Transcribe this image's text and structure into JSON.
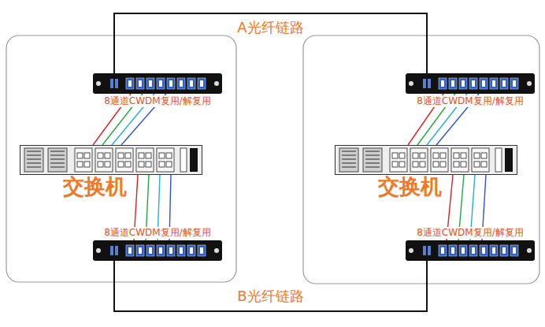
{
  "diagram": {
    "nodes": [
      {
        "text": [
          "8通道CWDM复用/解复用"
        ]
      },
      {
        "text": [
          "交换机"
        ]
      },
      {
        "text": [
          "8通道CWDM复用/解复用"
        ]
      },
      {
        "text": [
          "8通道CWDM复用/解复用"
        ]
      },
      {
        "text": [
          "交换机"
        ]
      },
      {
        "text": [
          "8通道CWDM复用/解复用"
        ]
      }
    ],
    "edges": [
      {
        "from": 0,
        "to": 3,
        "label": "A光纤链路",
        "arrow": "none"
      },
      {
        "from": 2,
        "to": 5,
        "label": "B光纤链路",
        "arrow": "none"
      },
      {
        "from": 0,
        "to": 1,
        "arrow": "none"
      },
      {
        "from": 1,
        "to": 2,
        "arrow": "none"
      },
      {
        "from": 3,
        "to": 4,
        "arrow": "none"
      },
      {
        "from": 4,
        "to": 5,
        "arrow": "none"
      }
    ]
  }
}
